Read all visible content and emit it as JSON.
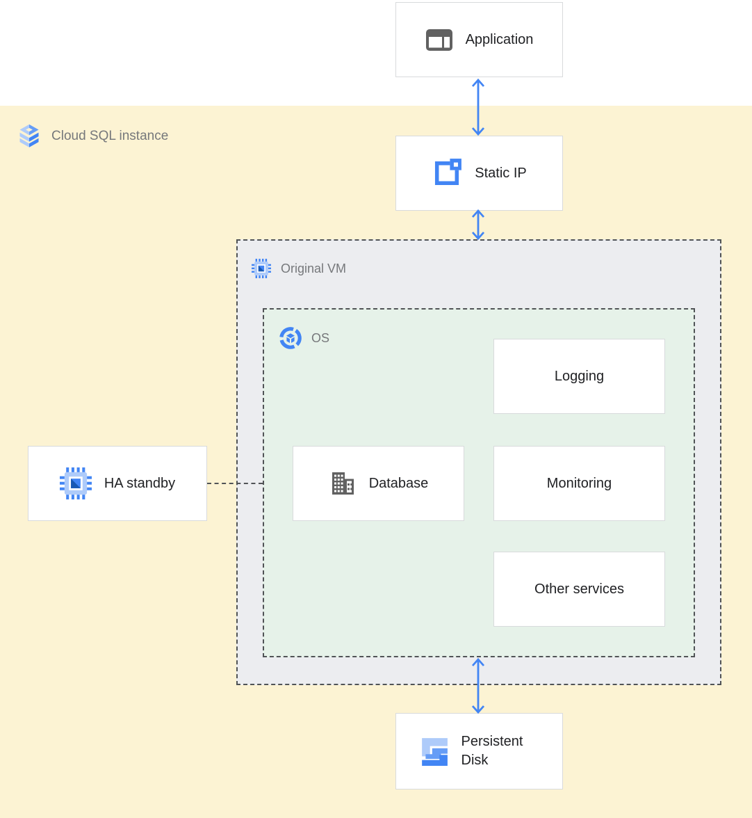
{
  "regions": {
    "cloud_sql": {
      "label": "Cloud SQL instance",
      "icon": "cloud-sql-icon"
    },
    "original_vm": {
      "label": "Original VM",
      "icon": "compute-engine-icon"
    },
    "os": {
      "label": "OS",
      "icon": "os-icon"
    }
  },
  "nodes": {
    "application": {
      "label": "Application",
      "icon": "application-icon"
    },
    "static_ip": {
      "label": "Static IP",
      "icon": "static-ip-icon"
    },
    "ha_standby": {
      "label": "HA standby",
      "icon": "compute-engine-icon"
    },
    "database": {
      "label": "Database",
      "icon": "database-icon"
    },
    "logging": {
      "label": "Logging"
    },
    "monitoring": {
      "label": "Monitoring"
    },
    "other_services": {
      "label": "Other services"
    },
    "persistent_disk": {
      "label": "Persistent Disk",
      "icon": "persistent-disk-icon"
    }
  },
  "connections": [
    {
      "from": "application",
      "to": "static_ip",
      "type": "bidirectional-arrow"
    },
    {
      "from": "static_ip",
      "to": "original_vm",
      "type": "bidirectional-arrow"
    },
    {
      "from": "os",
      "to": "persistent_disk",
      "type": "bidirectional-arrow"
    },
    {
      "from": "ha_standby",
      "to": "original_vm",
      "type": "dashed-line"
    }
  ],
  "colors": {
    "cloud_sql_zone": "#FCF3D3",
    "vm_zone": "#ECEDF0",
    "os_zone": "#E6F2E9",
    "arrow_blue": "#4285F4",
    "icon_light_blue": "#AECBFA",
    "icon_medium_blue": "#669DF6",
    "icon_gray": "#616161",
    "dashed_border": "#505356",
    "box_border": "#D8DADC",
    "region_label_gray": "#76787B",
    "text_dark": "#202124"
  }
}
